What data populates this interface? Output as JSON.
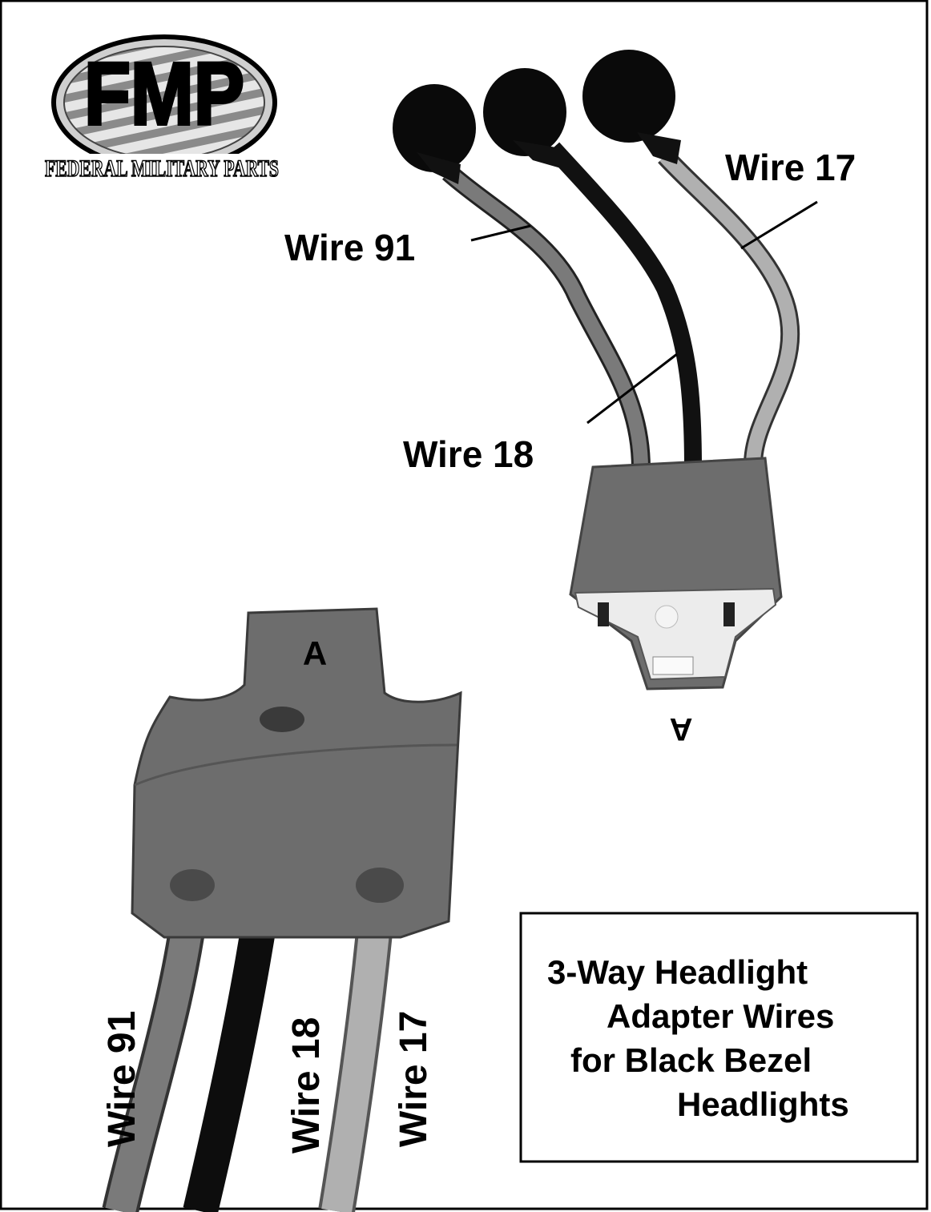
{
  "logo": {
    "monogram": "FMP",
    "name": "FEDERAL MILITARY PARTS"
  },
  "top_connector": {
    "labels": {
      "wire91": "Wire 91",
      "wire18": "Wire 18",
      "wire17": "Wire 17"
    },
    "pin_mark": "A"
  },
  "bottom_connector": {
    "pin_mark": "A",
    "labels": {
      "wire91": "Wire 91",
      "wire18": "Wire 18",
      "wire17": "Wire 17"
    }
  },
  "caption": {
    "lines": [
      "3-Way Headlight",
      "Adapter Wires",
      "for Black Bezel",
      "Headlights"
    ]
  },
  "colors": {
    "wire91": "#7a7a7a",
    "wire18": "#111111",
    "wire17": "#b0b0b0",
    "housing": "#6d6d6d"
  }
}
